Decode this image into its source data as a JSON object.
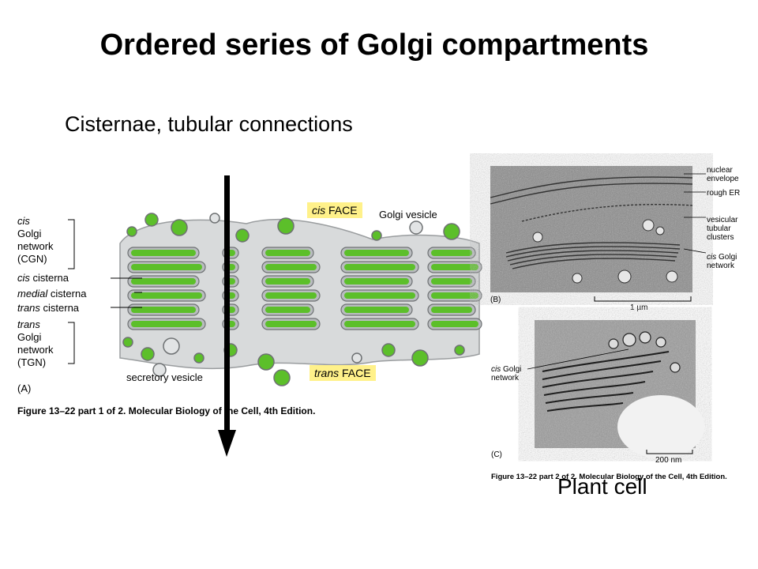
{
  "slide": {
    "title": "Ordered series of Golgi compartments",
    "subtitle": "Cisternae, tubular connections",
    "plant_label": "Plant cell"
  },
  "figure_a": {
    "labels": {
      "cis_word": "cis",
      "golgi_word": "Golgi",
      "network_word": "network",
      "cgn": "(CGN)",
      "cis_cisterna_it": "cis",
      "cis_cisterna_rest": " cisterna",
      "medial_it": "medial",
      "medial_rest": " cisterna",
      "trans_cisterna_it": "trans",
      "trans_cisterna_rest": " cisterna",
      "trans_word": "trans",
      "golgi_word2": "Golgi",
      "network_word2": "network",
      "tgn": "(TGN)",
      "panel": "(A)",
      "secretory_vesicle": "secretory vesicle",
      "golgi_vesicle": "Golgi vesicle",
      "cis_face_it": "cis",
      "cis_face_rest": " FACE",
      "trans_face_it": "trans",
      "trans_face_rest": " FACE"
    },
    "caption": "Figure 13–22 part 1 of 2. Molecular Biology of the Cell, 4th Edition.",
    "colors": {
      "cisterna_green": "#5cbf2a",
      "membrane_gray": "#b9bcbf",
      "face_tag": "#fff18a"
    }
  },
  "figure_b": {
    "labels": {
      "nuclear": "nuclear",
      "envelope": "envelope",
      "rough": "rough ER",
      "vesicular": "vesicular",
      "tubular": "tubular",
      "clusters": "clusters",
      "cis_golgi_it": "cis",
      "cis_golgi_rest": " Golgi",
      "network": "network",
      "panel": "(B)",
      "scale": "1 µm"
    }
  },
  "figure_c": {
    "labels": {
      "cis_golgi_it": "cis",
      "cis_golgi_rest": " Golgi",
      "network": "network",
      "panel": "(C)",
      "scale": "200 nm"
    },
    "caption": "Figure 13–22 part 2 of 2. Molecular Biology of the Cell, 4th Edition."
  }
}
